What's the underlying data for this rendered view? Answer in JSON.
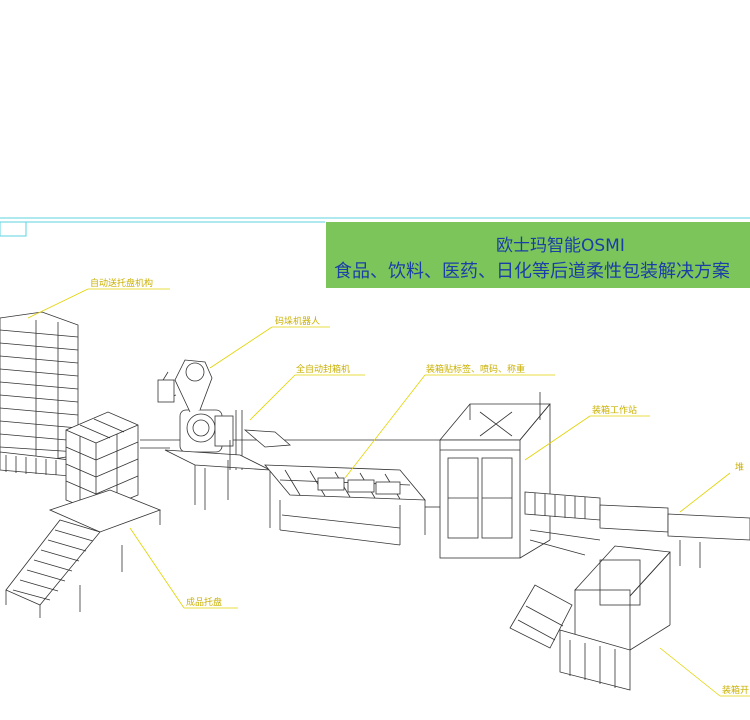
{
  "banner": {
    "line1": "欧士玛智能OSMI",
    "line2": "食品、饮料、医药、日化等后道柔性包装解决方案",
    "bg_color": "#7cc55a",
    "text_color": "#1a3ea8"
  },
  "labels": {
    "auto_pallet": "自动送托盘机构",
    "robot": "码垛机器人",
    "auto_sealer": "全自动封箱机",
    "labeling": "装箱贴标签、喷码、称重",
    "packing_station": "装箱工作站",
    "finished_pallet": "成品托盘",
    "right_top": "堆",
    "right_bottom": "装箱开"
  },
  "colors": {
    "label": "#c9b000",
    "line": "#333333",
    "cyan_frame": "#5fd3e0"
  }
}
